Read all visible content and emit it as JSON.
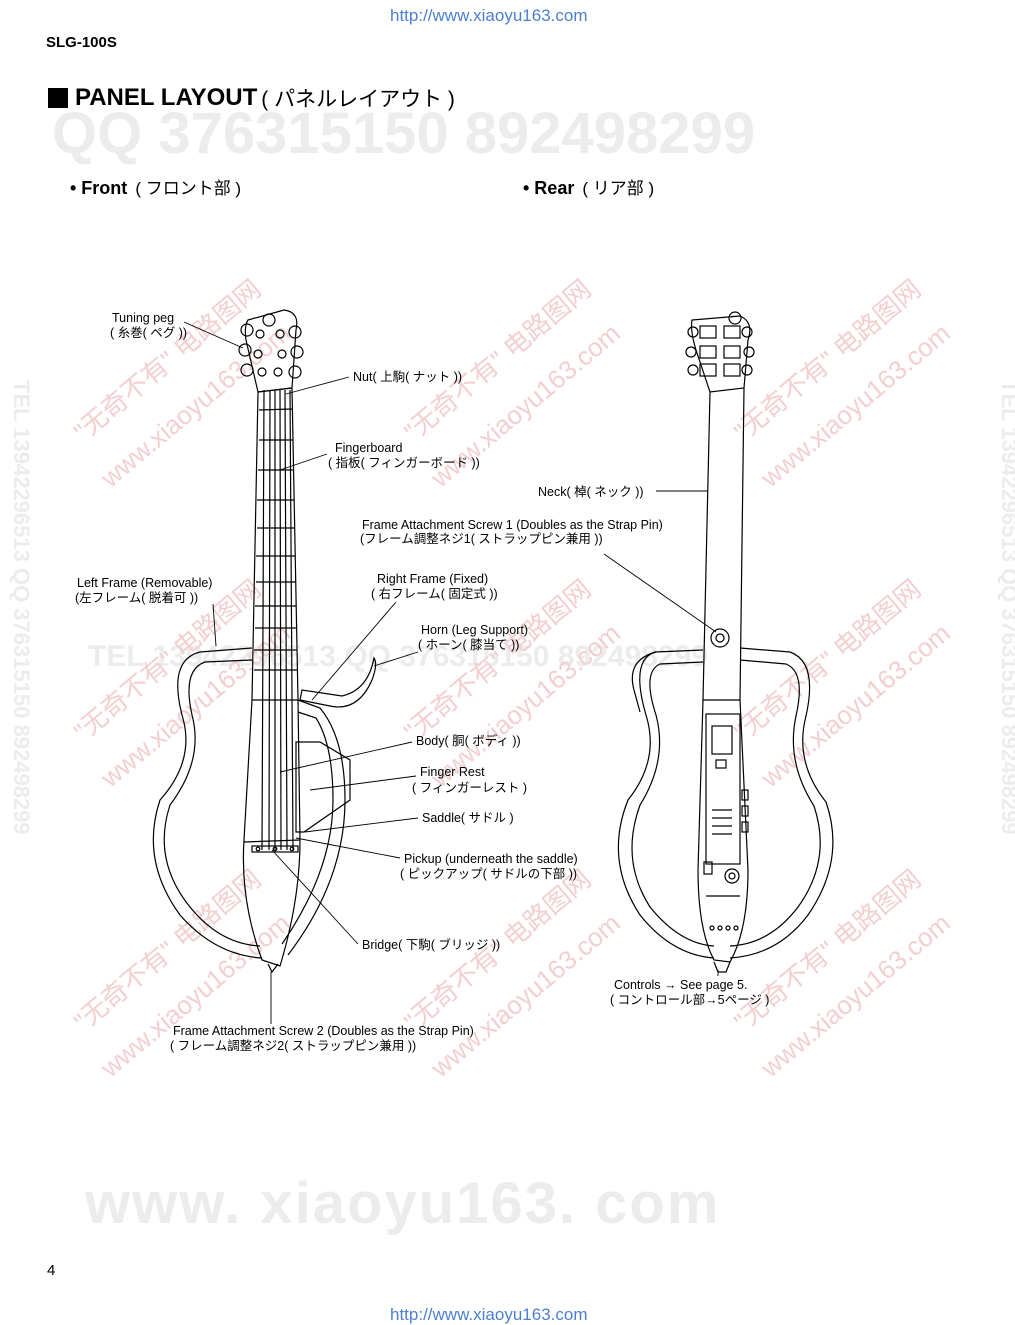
{
  "header": {
    "url_top": "http://www.xiaoyu163.com",
    "model": "SLG-100S"
  },
  "title": {
    "main": "PANEL LAYOUT",
    "jp": "( パネルレイアウト )"
  },
  "front": {
    "heading": "• Front",
    "heading_jp": "( フロント部 )",
    "labels": {
      "tuning_peg": "Tuning peg",
      "tuning_peg_jp": "( 糸巻( ペグ ))",
      "nut": "Nut( 上駒( ナット ))",
      "fingerboard": "Fingerboard",
      "fingerboard_jp": "( 指板( フィンガーボード ))",
      "left_frame": "Left Frame (Removable)",
      "left_frame_jp": "(左フレーム( 脱着可 ))",
      "right_frame": "Right Frame (Fixed)",
      "right_frame_jp": "( 右フレーム( 固定式 ))",
      "horn": "Horn (Leg Support)",
      "horn_jp": "( ホーン( 膝当て ))",
      "body": "Body( 胴( ボディ ))",
      "finger_rest": "Finger Rest",
      "finger_rest_jp": "( フィンガーレスト )",
      "saddle": "Saddle( サドル )",
      "pickup": "Pickup (underneath the saddle)",
      "pickup_jp": "( ピックアップ( サドルの下部 ))",
      "bridge": "Bridge( 下駒( ブリッジ ))",
      "frame_screw2": "Frame Attachment Screw 2 (Doubles as the Strap Pin)",
      "frame_screw2_jp": "( フレーム調整ネジ2( ストラップピン兼用 ))"
    }
  },
  "rear": {
    "heading": "• Rear",
    "heading_jp": "( リア部 )",
    "labels": {
      "neck": "Neck( 棹( ネック ))",
      "frame_screw1": "Frame Attachment Screw 1 (Doubles as the Strap Pin)",
      "frame_screw1_jp": "(フレーム調整ネジ1( ストラップピン兼用 ))",
      "controls": "Controls → See page 5.",
      "controls_jp": "( コントロール部→5ページ )"
    }
  },
  "watermarks": {
    "qq": "QQ 376315150   892498299",
    "tel": "TEL 13942296513   QQ 376315150   892498299",
    "site": "www.xiaoyu163.com",
    "cn": "\"无奇不有\" 电路图网",
    "vert": "TEL 13942296513  QQ 376315150  892498299",
    "big": "www. xiaoyu163. com"
  },
  "footer": {
    "page": "4",
    "url_bottom": "http://www.xiaoyu163.com"
  }
}
